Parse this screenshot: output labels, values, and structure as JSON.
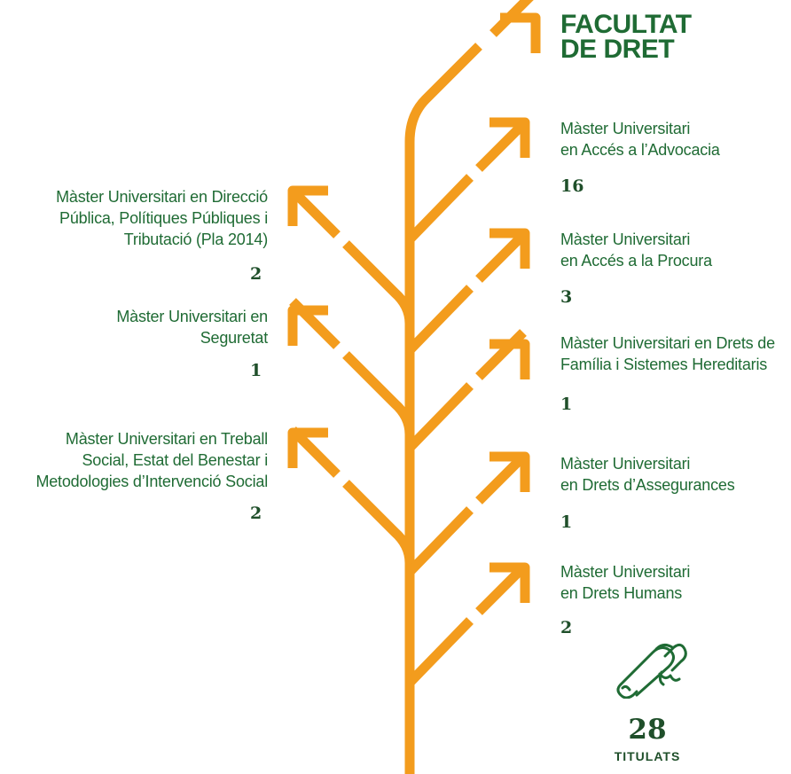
{
  "title": {
    "line1": "FACULTAT",
    "line2": "DE DRET"
  },
  "right_items": [
    {
      "line1": "Màster Universitari",
      "line2": "en Accés a l’Advocacia",
      "count": "16"
    },
    {
      "line1": "Màster Universitari",
      "line2": "en Accés a la Procura",
      "count": "3"
    },
    {
      "line1": "Màster Universitari en Drets de",
      "line2": "Família i Sistemes Hereditaris",
      "count": "1"
    },
    {
      "line1": "Màster Universitari",
      "line2": "en Drets d’Assegurances",
      "count": "1"
    },
    {
      "line1": "Màster Universitari",
      "line2": "en Drets Humans",
      "count": "2"
    }
  ],
  "left_items": [
    {
      "line1": "Màster Universitari en Direcció",
      "line2": "Pública, Polítiques Públiques i",
      "line3": "Tributació (Pla 2014)",
      "count": "2"
    },
    {
      "line1": "Màster Universitari en",
      "line2": "Seguretat",
      "count": "1"
    },
    {
      "line1": "Màster Universitari en Treball",
      "line2": "Social, Estat del Benestar i",
      "line3": "Metodologies d’Intervenció Social",
      "count": "2"
    }
  ],
  "total": {
    "count": "28",
    "label": "TITULATS"
  },
  "icons": {
    "diploma": "diploma-scroll-icon"
  },
  "colors": {
    "branch": "#f39c1d",
    "text": "#1f6b34",
    "numbers": "#1f4f2a"
  }
}
